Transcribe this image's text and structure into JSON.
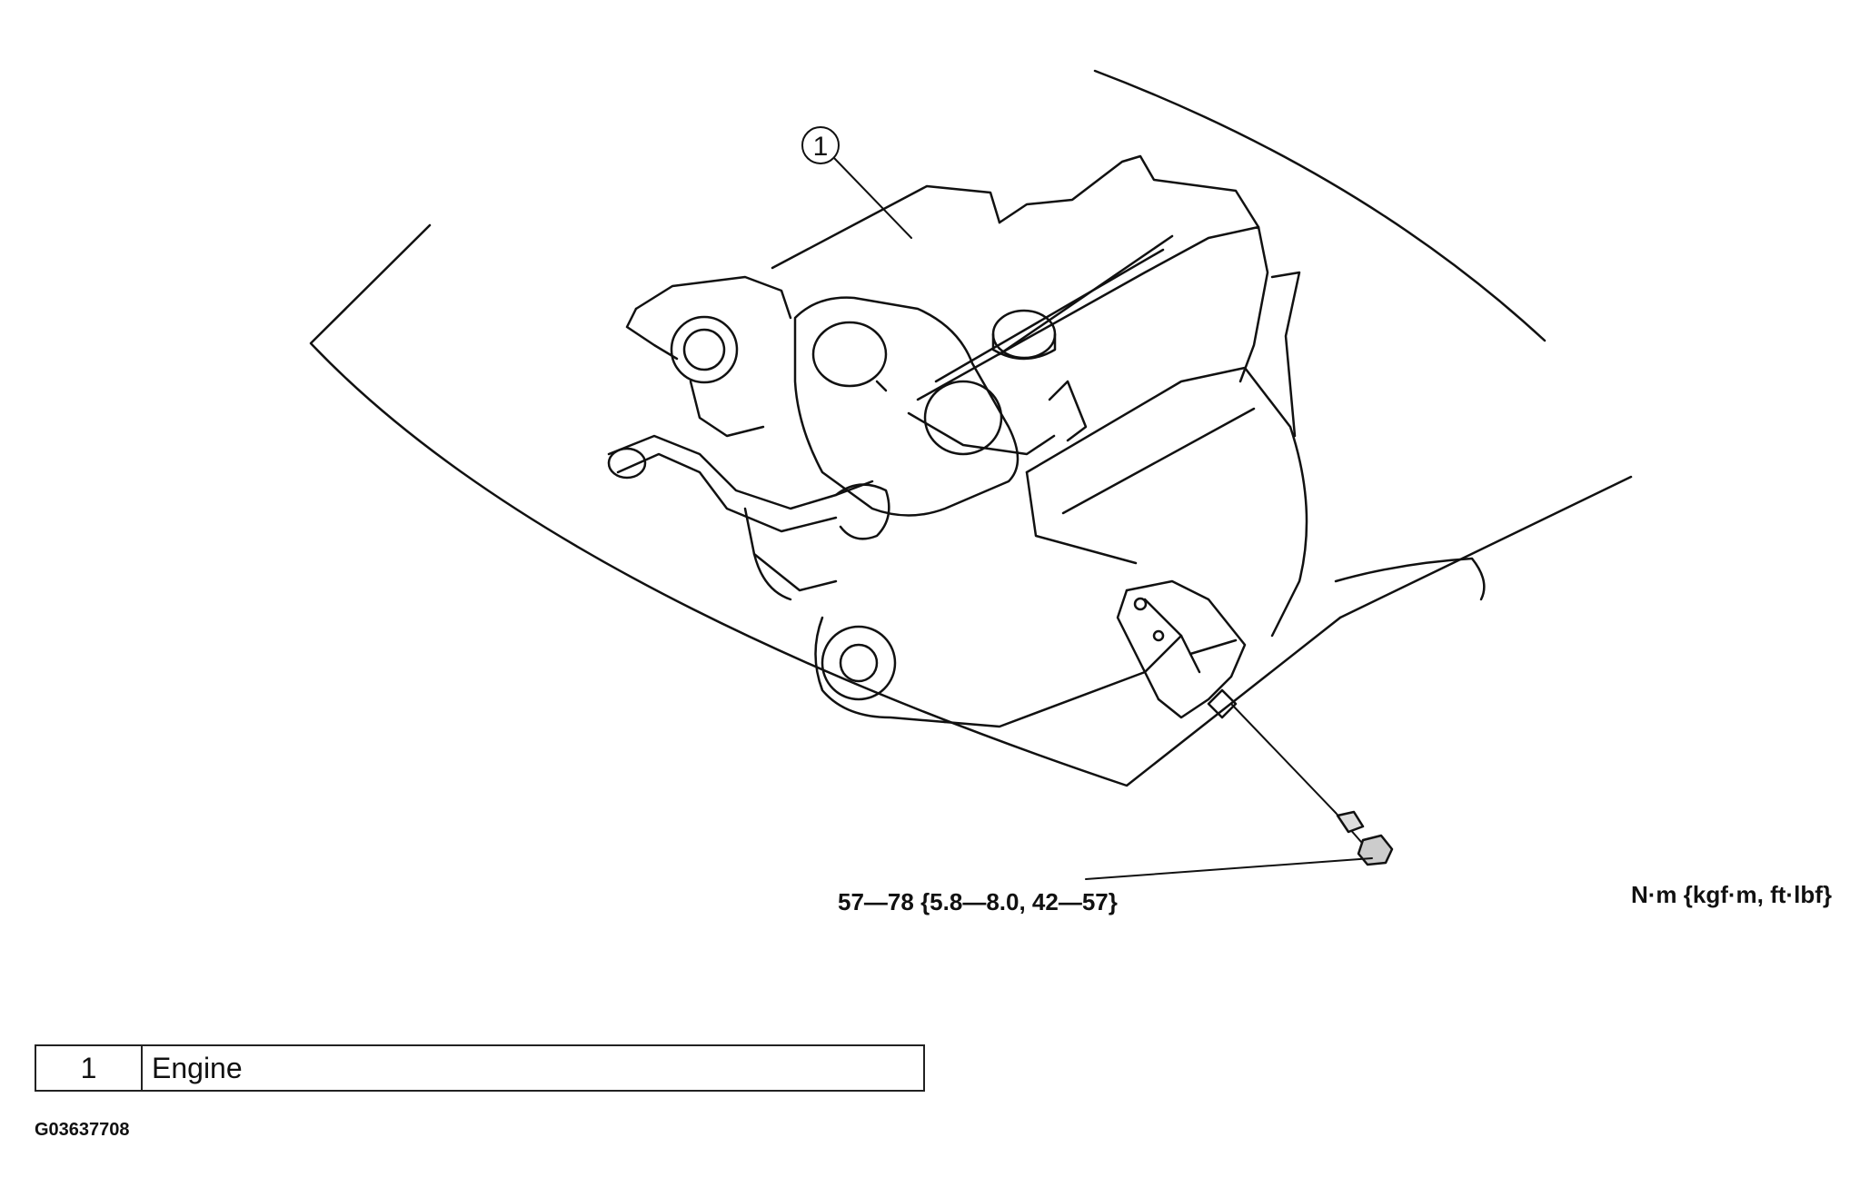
{
  "callout": {
    "number": "1"
  },
  "torque": {
    "spec": "57—78 {5.8—8.0, 42—57}",
    "units": "N·m {kgf·m, ft·lbf}"
  },
  "legend": [
    {
      "number": "1",
      "label": "Engine"
    }
  ],
  "figure_id": "G03637708"
}
